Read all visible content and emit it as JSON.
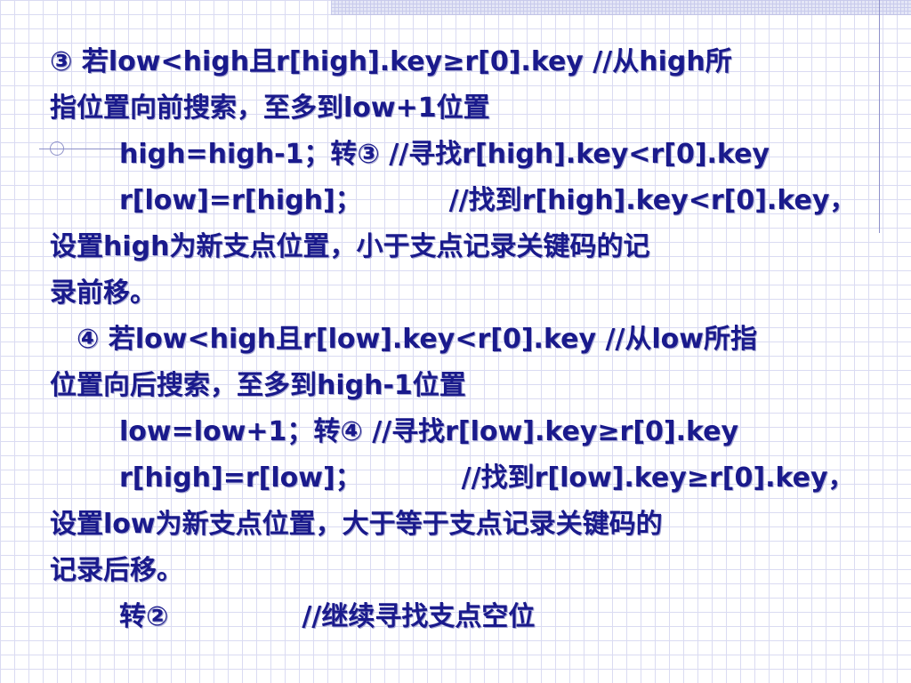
{
  "slide": {
    "step3_cond": "③  若low<high且r[high].key≥r[0].key  //从high所",
    "step3_cond_cont": "指位置向前搜索，至多到low+1位置",
    "step3_loop": "high=high-1；转③ //寻找r[high].key<r[0].key",
    "step3_found": "r[low]=r[high]；",
    "step3_found_comment": "//找到r[high].key<r[0].key，",
    "step3_found_cont1": "设置high为新支点位置，小于支点记录关键码的记",
    "step3_found_cont2": "录前移。",
    "step4_cond": "④ 若low<high且r[low].key<r[0].key //从low所指",
    "step4_cond_cont": "位置向后搜索，至多到high-1位置",
    "step4_loop": "low=low+1；转④   //寻找r[low].key≥r[0].key",
    "step4_found": "r[high]=r[low]；",
    "step4_found_comment": "//找到r[low].key≥r[0].key，",
    "step4_found_cont1": "设置low为新支点位置，大于等于支点记录关键码的",
    "step4_found_cont2": "记录后移。",
    "step5": "转②",
    "step5_comment": "//继续寻找支点空位"
  }
}
